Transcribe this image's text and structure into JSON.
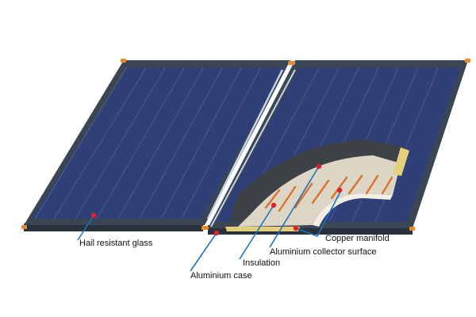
{
  "diagram": {
    "labels": {
      "hail_resistant_glass": "Hail resistant glass",
      "copper_manifold": "Copper manifold",
      "aluminium_collector_surface": "Aluminium collector surface",
      "insulation": "Insulation",
      "aluminium_case": "Aluminium case"
    },
    "colors": {
      "frame": "#3a4654",
      "glass": "#2f3f78",
      "glass_stripe": "#43528a",
      "absorber_dark": "#3c4246",
      "insulation": "#ddd6c6",
      "insulation_edge": "#f3efe4",
      "copper_pipe": "#d9742b",
      "gold_strip": "#e4cf7c",
      "connector": "#e88a2e",
      "marker": "#e0202a",
      "leader_line": "#1e73b8"
    }
  }
}
